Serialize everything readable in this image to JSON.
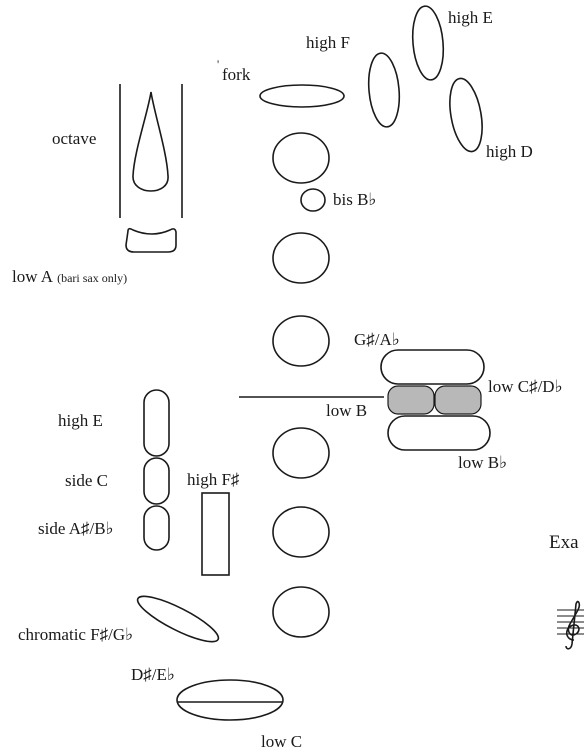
{
  "labels": {
    "high_f": "high F",
    "high_e_palm": "high E",
    "high_d": "high D",
    "fork": "fork",
    "octave": "octave",
    "bis_bb": "bis B♭",
    "low_a": "low A",
    "low_a_note": "(bari sax only)",
    "gs_ab": "G♯/A♭",
    "low_cs_db": "low C♯/D♭",
    "low_b": "low B",
    "low_bb": "low B♭",
    "high_e_side": "high E",
    "side_c": "side C",
    "side_as_bb": "side A♯/B♭",
    "high_fs": "high F♯",
    "chromatic": "chromatic F♯/G♭",
    "ds_eb": "D♯/E♭",
    "low_c": "low C",
    "exa": "Exa"
  },
  "colors": {
    "ink": "#1a1a1a",
    "hatch": "#b8b8b8",
    "background": "#ffffff"
  }
}
